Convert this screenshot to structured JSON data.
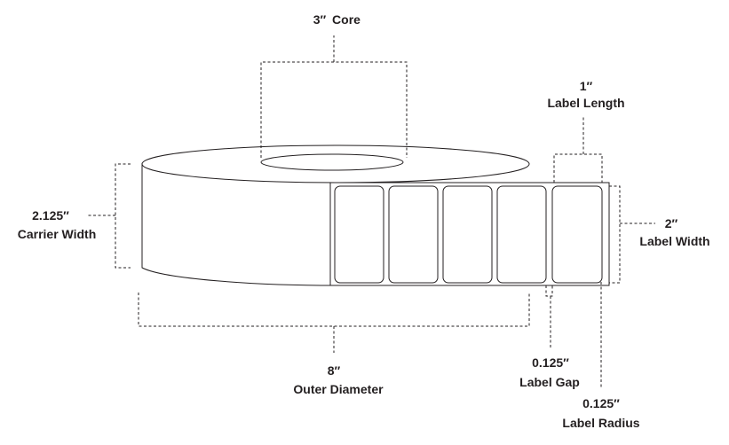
{
  "core": {
    "value": "3″",
    "caption": "Core"
  },
  "label_length": {
    "value": "1″",
    "caption": "Label Length"
  },
  "carrier_width": {
    "value": "2.125″",
    "caption": "Carrier Width"
  },
  "label_width": {
    "value": "2″",
    "caption": "Label Width"
  },
  "outer_diameter": {
    "value": "8″",
    "caption": "Outer Diameter"
  },
  "label_gap": {
    "value": "0.125″",
    "caption": "Label Gap"
  },
  "label_radius": {
    "value": "0.125″",
    "caption": "Label Radius"
  },
  "labels_shown": 5
}
